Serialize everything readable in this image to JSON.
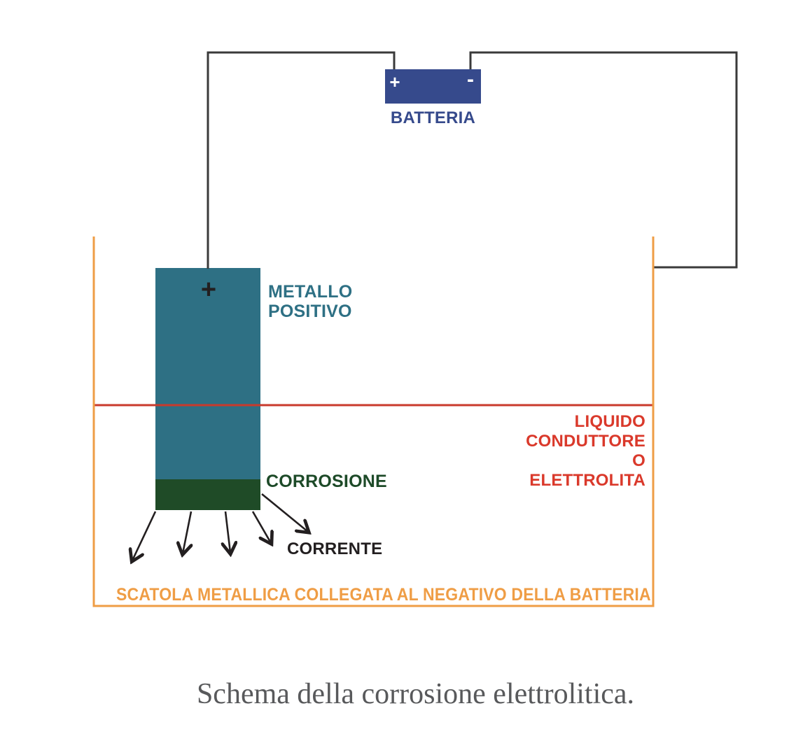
{
  "colors": {
    "battery_blue": "#364a8c",
    "metal_teal": "#2e7084",
    "corrosion_green": "#1f4b27",
    "container_orange": "#ef9d45",
    "liquid_red_line": "#c93a2c",
    "liquid_red_text": "#da392b",
    "wire_dark": "#3a3a3a",
    "arrow_black": "#231f20",
    "caption_gray": "#58595b"
  },
  "battery": {
    "plus": "+",
    "minus": "-",
    "label": "BATTERIA"
  },
  "electrode": {
    "plus": "+",
    "label_line1": "METALLO",
    "label_line2": "POSITIVO"
  },
  "corrosion": {
    "label": "CORROSIONE"
  },
  "current": {
    "label": "CORRENTE"
  },
  "liquid": {
    "line1": "LIQUIDO",
    "line2": "CONDUTTORE",
    "line3": "O",
    "line4": "ELETTROLITA"
  },
  "container": {
    "label": "SCATOLA METALLICA COLLEGATA AL NEGATIVO DELLA BATTERIA"
  },
  "caption": "Schema della corrosione elettrolitica."
}
